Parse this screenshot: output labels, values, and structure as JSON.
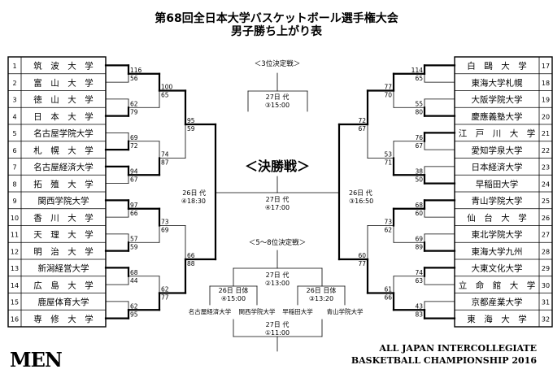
{
  "title": {
    "line1": "第68回全日本大学バスケットボール選手権大会",
    "line2": "男子勝ち上がり表"
  },
  "left_teams": [
    {
      "seed": "1",
      "name": "筑　波　大　学"
    },
    {
      "seed": "2",
      "name": "富　山　大　学"
    },
    {
      "seed": "3",
      "name": "徳　山　大　学"
    },
    {
      "seed": "4",
      "name": "日　本　大　学"
    },
    {
      "seed": "5",
      "name": "名古屋学院大学"
    },
    {
      "seed": "6",
      "name": "札　幌　大　学"
    },
    {
      "seed": "7",
      "name": "名古屋経済大学"
    },
    {
      "seed": "8",
      "name": "拓　殖　大　学"
    },
    {
      "seed": "9",
      "name": "関西学院大学"
    },
    {
      "seed": "10",
      "name": "香　川　大　学"
    },
    {
      "seed": "11",
      "name": "天　理　大　学"
    },
    {
      "seed": "12",
      "name": "明　治　大　学"
    },
    {
      "seed": "13",
      "name": "新潟経営大学"
    },
    {
      "seed": "14",
      "name": "広　島　大　学"
    },
    {
      "seed": "15",
      "name": "鹿屋体育大学"
    },
    {
      "seed": "16",
      "name": "専　修　大　学"
    }
  ],
  "right_teams": [
    {
      "seed": "17",
      "name": "白　鷗　大　学"
    },
    {
      "seed": "18",
      "name": "東海大学札幌"
    },
    {
      "seed": "19",
      "name": "大阪学院大学"
    },
    {
      "seed": "20",
      "name": "慶應義塾大学"
    },
    {
      "seed": "21",
      "name": "江　戸　川　大　学"
    },
    {
      "seed": "22",
      "name": "愛知学泉大学"
    },
    {
      "seed": "23",
      "name": "日本経済大学"
    },
    {
      "seed": "24",
      "name": "早稲田大学"
    },
    {
      "seed": "25",
      "name": "青山学院大学"
    },
    {
      "seed": "26",
      "name": "仙　台　大　学"
    },
    {
      "seed": "27",
      "name": "東北学院大学"
    },
    {
      "seed": "28",
      "name": "東海大学九州"
    },
    {
      "seed": "29",
      "name": "大東文化大学"
    },
    {
      "seed": "30",
      "name": "立　命　館　大　学"
    },
    {
      "seed": "31",
      "name": "京都産業大学"
    },
    {
      "seed": "32",
      "name": "東　海　大　学"
    }
  ],
  "left_r1": [
    {
      "top": "116",
      "bottom": "56",
      "winner": "top"
    },
    {
      "top": "62",
      "bottom": "79",
      "winner": "bottom"
    },
    {
      "top": "69",
      "bottom": "72",
      "winner": "bottom"
    },
    {
      "top": "94",
      "bottom": "67",
      "winner": "top"
    },
    {
      "top": "97",
      "bottom": "66",
      "winner": "top"
    },
    {
      "top": "57",
      "bottom": "59",
      "winner": "bottom"
    },
    {
      "top": "68",
      "bottom": "44",
      "winner": "top"
    },
    {
      "top": "62",
      "bottom": "95",
      "winner": "bottom"
    }
  ],
  "left_r2": [
    {
      "top": "100",
      "bottom": "65",
      "winner": "top"
    },
    {
      "top": "74",
      "bottom": "87",
      "winner": "bottom"
    },
    {
      "top": "73",
      "bottom": "69",
      "winner": "top"
    },
    {
      "top": "62",
      "bottom": "77",
      "winner": "bottom"
    }
  ],
  "left_r3": [
    {
      "top": "95",
      "bottom": "59",
      "winner": "top"
    },
    {
      "top": "66",
      "bottom": "88",
      "winner": "bottom"
    }
  ],
  "right_r1": [
    {
      "top": "114",
      "bottom": "65",
      "winner": "top"
    },
    {
      "top": "55",
      "bottom": "80",
      "winner": "bottom"
    },
    {
      "top": "76",
      "bottom": "67",
      "winner": "top"
    },
    {
      "top": "38",
      "bottom": "50",
      "winner": "bottom"
    },
    {
      "top": "68",
      "bottom": "60",
      "winner": "top"
    },
    {
      "top": "69",
      "bottom": "89",
      "winner": "bottom"
    },
    {
      "top": "74",
      "bottom": "63",
      "winner": "top"
    },
    {
      "top": "43",
      "bottom": "83",
      "winner": "bottom"
    }
  ],
  "right_r2": [
    {
      "top": "77",
      "bottom": "70",
      "winner": "top"
    },
    {
      "top": "53",
      "bottom": "71",
      "winner": "bottom"
    },
    {
      "top": "73",
      "bottom": "62",
      "winner": "top"
    },
    {
      "top": "61",
      "bottom": "66",
      "winner": "bottom"
    }
  ],
  "right_r3": [
    {
      "top": "72",
      "bottom": "67",
      "winner": "top"
    },
    {
      "top": "60",
      "bottom": "77",
      "winner": "bottom"
    }
  ],
  "third_place": {
    "label": "＜3位決定戦＞",
    "date": "27日 代",
    "time": "③15:00"
  },
  "semifinal_left": {
    "date": "26日 代",
    "time": "④18:30"
  },
  "semifinal_right": {
    "date": "26日 代",
    "time": "③16:50"
  },
  "final": {
    "label": "＜決勝戦＞",
    "date": "27日 代",
    "time": "④17:00"
  },
  "classification": {
    "label": "＜5～8位決定戦＞",
    "top_date": "27日 代",
    "top_time": "②13:00",
    "semi_left_date": "26日 日体",
    "semi_left_time": "④15:00",
    "semi_right_date": "26日 日体",
    "semi_right_time": "③13:20",
    "teams": [
      "名古屋経済大学",
      "関西学院大学",
      "早稲田大学",
      "青山学院大学"
    ],
    "bottom_date": "27日 代",
    "bottom_time": "①11:00"
  },
  "footer": {
    "men": "MEN",
    "line1": "ALL JAPAN INTERCOLLEGIATE",
    "line2": "BASKETBALL CHAMPIONSHIP 2016"
  }
}
